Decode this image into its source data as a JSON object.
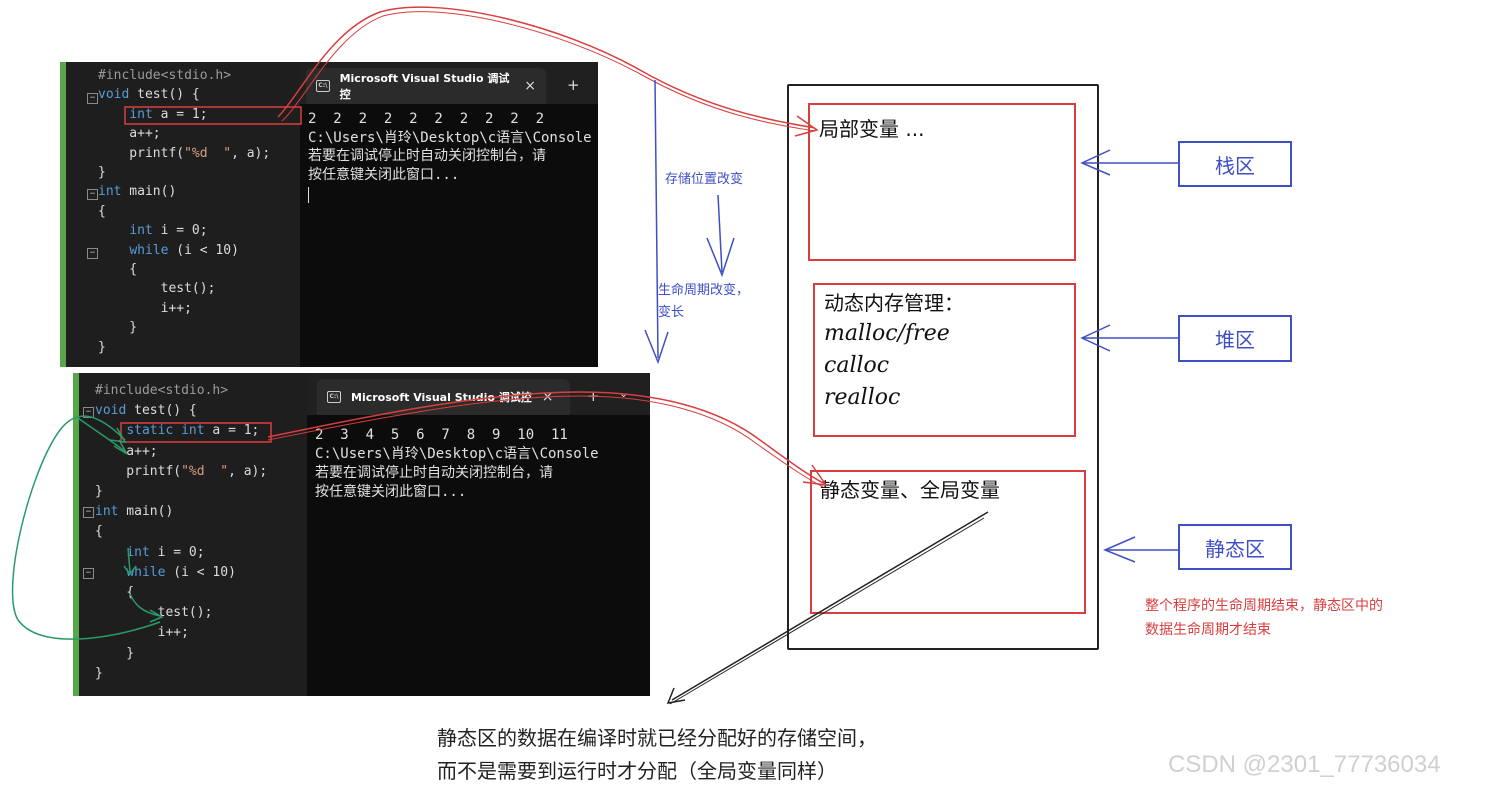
{
  "panels": [
    {
      "code": [
        "#include<stdio.h>",
        "void test() {",
        "    int a = 1;",
        "    a++;",
        "    printf(\"%d  \", a);",
        "}",
        "int main()",
        "{",
        "    int i = 0;",
        "    while (i < 10)",
        "    {",
        "        test();",
        "        i++;",
        "    }",
        "}"
      ],
      "console": {
        "tab_title": "Microsoft Visual Studio 调试控",
        "tab_close": "×",
        "new_tab": "+",
        "lines": [
          "2  2  2  2  2  2  2  2  2  2",
          "C:\\Users\\肖玲\\Desktop\\c语言\\Console",
          "若要在调试停止时自动关闭控制台，请",
          "按任意键关闭此窗口..."
        ]
      }
    },
    {
      "code": [
        "#include<stdio.h>",
        "void test() {",
        "    static int a = 1;",
        "    a++;",
        "    printf(\"%d  \", a);",
        "}",
        "int main()",
        "{",
        "    int i = 0;",
        "    while (i < 10)",
        "    {",
        "        test();",
        "        i++;",
        "    }",
        "}"
      ],
      "console": {
        "tab_title": "Microsoft Visual Studio 调试控",
        "tab_close": "×",
        "new_tab": "+",
        "dropdown": "⌄",
        "lines": [
          "2  3  4  5  6  7  8  9  10  11",
          "C:\\Users\\肖玲\\Desktop\\c语言\\Console",
          "若要在调试停止时自动关闭控制台，请",
          "按任意键关闭此窗口..."
        ]
      }
    }
  ],
  "annotations": {
    "storage_change": "存储位置改变",
    "lifetime_change": "生命周期改变，\n变长"
  },
  "memory": {
    "stack": {
      "content": "局部变量 ...",
      "label": "栈区"
    },
    "heap": {
      "content": "动态内存管理：",
      "funcs": "malloc/free\ncalloc\nrealloc",
      "label": "堆区"
    },
    "static": {
      "content": "静态变量、全局变量",
      "label": "静态区"
    },
    "static_note": "整个程序的生命周期结束，静态区中的\n数据生命周期才结束"
  },
  "bottom_note": "静态区的数据在编译时就已经分配好的存储空间，\n而不是需要到运行时才分配（全局变量同样）",
  "watermark": "CSDN @2301_77736034",
  "colors": {
    "red": "#d93e3e",
    "blue": "#3f4fc4",
    "green": "#2a9a6a",
    "keyword": "#569cd6",
    "string": "#d69d85"
  }
}
